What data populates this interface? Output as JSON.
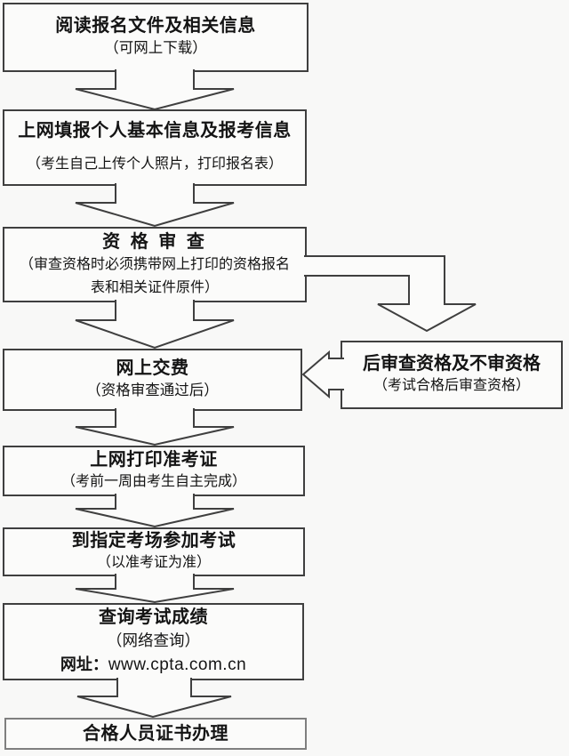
{
  "flowchart": {
    "colors": {
      "background": "#f8f8f7",
      "line": "#3f3f3f",
      "text": "#141414",
      "final_box_border": "#7f7f7f"
    },
    "steps": [
      {
        "title": "阅读报名文件及相关信息",
        "subtitle": "（可网上下载）"
      },
      {
        "title": "上网填报个人基本信息及报考信息",
        "subtitle": "（考生自己上传个人照片，打印报名表）"
      },
      {
        "title": "资 格 审 查",
        "subtitle": "（审查资格时必须携带网上打印的资格报名表和相关证件原件）"
      },
      {
        "title": "网上交费",
        "subtitle": "（资格审查通过后）"
      },
      {
        "title": "上网打印准考证",
        "subtitle": "（考前一周由考生自主完成）"
      },
      {
        "title": "到指定考场参加考试",
        "subtitle": "（以准考证为准）"
      },
      {
        "title": "查询考试成绩",
        "subtitle": "（网络查询）",
        "url_label": "网址：",
        "url": "www.cpta.com.cn"
      },
      {
        "title": "合格人员证书办理"
      }
    ],
    "side_step": {
      "title": "后审查资格及不审资格",
      "subtitle": "（考试合格后审查资格）"
    }
  }
}
